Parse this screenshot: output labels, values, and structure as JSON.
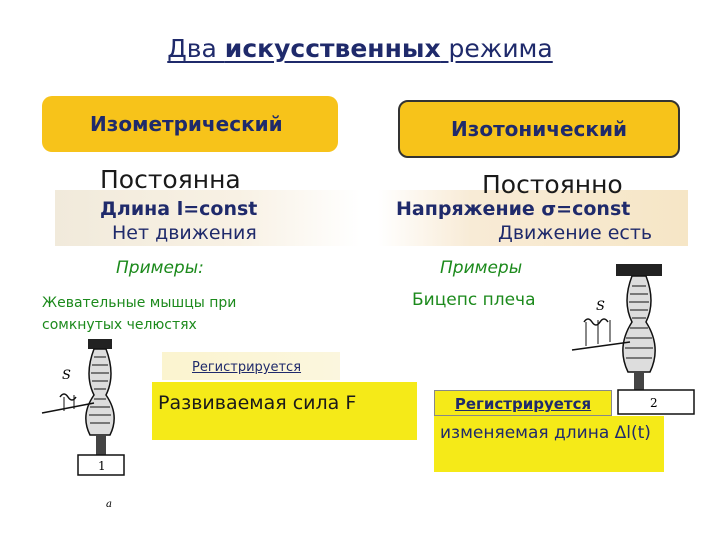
{
  "title": {
    "prefix": "Два ",
    "bold": "искусственных",
    "suffix": " режима"
  },
  "left": {
    "header": "Изометрический",
    "constant": "Постоянна",
    "param": "Длина l=const",
    "movement": "Нет движения",
    "examples_label": "Примеры:",
    "example": "Жевательные мышцы при сомкнутых челюстях",
    "registered": "Регистрируется",
    "measured": "Развиваемая сила F",
    "figure": {
      "spring_label": "S",
      "base_label": "1",
      "caption": "a"
    }
  },
  "right": {
    "header": "Изотонический",
    "constant": "Постоянно",
    "param": "Напряжение σ=const",
    "movement": "Движение есть",
    "examples_label": "Примеры",
    "example": "Бицепс плеча",
    "registered": "Регистрируется",
    "measured": "изменяемая длина Δl(t)",
    "figure": {
      "spring_label": "S",
      "base_label": "2"
    }
  },
  "colors": {
    "accent_yellow": "#f7c31a",
    "title_blue": "#1f2a6b",
    "example_green": "#1c8a1c",
    "highlight_yellow": "#f5ea18"
  }
}
